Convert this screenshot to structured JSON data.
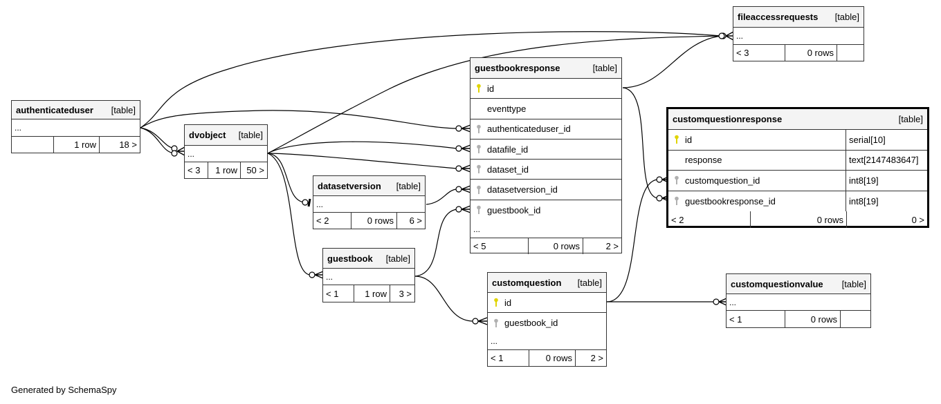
{
  "footer": "Generated by SchemaSpy",
  "kind_label": "[table]",
  "ellipsis": "...",
  "tables": {
    "authenticateduser": {
      "name": "authenticateduser",
      "stats": [
        "",
        "1 row",
        "18 >"
      ]
    },
    "dvobject": {
      "name": "dvobject",
      "stats": [
        "< 3",
        "1 row",
        "50 >"
      ]
    },
    "datasetversion": {
      "name": "datasetversion",
      "stats": [
        "< 2",
        "0 rows",
        "6 >"
      ]
    },
    "guestbook": {
      "name": "guestbook",
      "stats": [
        "< 1",
        "1 row",
        "3 >"
      ]
    },
    "fileaccessrequests": {
      "name": "fileaccessrequests",
      "stats": [
        "< 3",
        "0 rows",
        ""
      ]
    },
    "guestbookresponse": {
      "name": "guestbookresponse",
      "columns": [
        {
          "name": "id",
          "key": "primary"
        },
        {
          "name": "eventtype",
          "key": "none"
        },
        {
          "name": "authenticateduser_id",
          "key": "foreign"
        },
        {
          "name": "datafile_id",
          "key": "foreign"
        },
        {
          "name": "dataset_id",
          "key": "foreign"
        },
        {
          "name": "datasetversion_id",
          "key": "foreign"
        },
        {
          "name": "guestbook_id",
          "key": "foreign"
        }
      ],
      "stats": [
        "< 5",
        "0 rows",
        "2 >"
      ]
    },
    "customquestionresponse": {
      "name": "customquestionresponse",
      "columns": [
        {
          "name": "id",
          "type": "serial[10]",
          "key": "primary"
        },
        {
          "name": "response",
          "type": "text[2147483647]",
          "key": "none"
        },
        {
          "name": "customquestion_id",
          "type": "int8[19]",
          "key": "foreign"
        },
        {
          "name": "guestbookresponse_id",
          "type": "int8[19]",
          "key": "foreign"
        }
      ],
      "stats": [
        "< 2",
        "0 rows",
        "0 >"
      ]
    },
    "customquestion": {
      "name": "customquestion",
      "columns": [
        {
          "name": "id",
          "key": "primary"
        },
        {
          "name": "guestbook_id",
          "key": "foreign"
        }
      ],
      "stats": [
        "< 1",
        "0 rows",
        "2 >"
      ]
    },
    "customquestionvalue": {
      "name": "customquestionvalue",
      "stats": [
        "< 1",
        "0 rows",
        ""
      ]
    }
  },
  "colors": {
    "primary_key": "#e0d400",
    "foreign_key": "#b0b0b0",
    "line": "#000000"
  }
}
